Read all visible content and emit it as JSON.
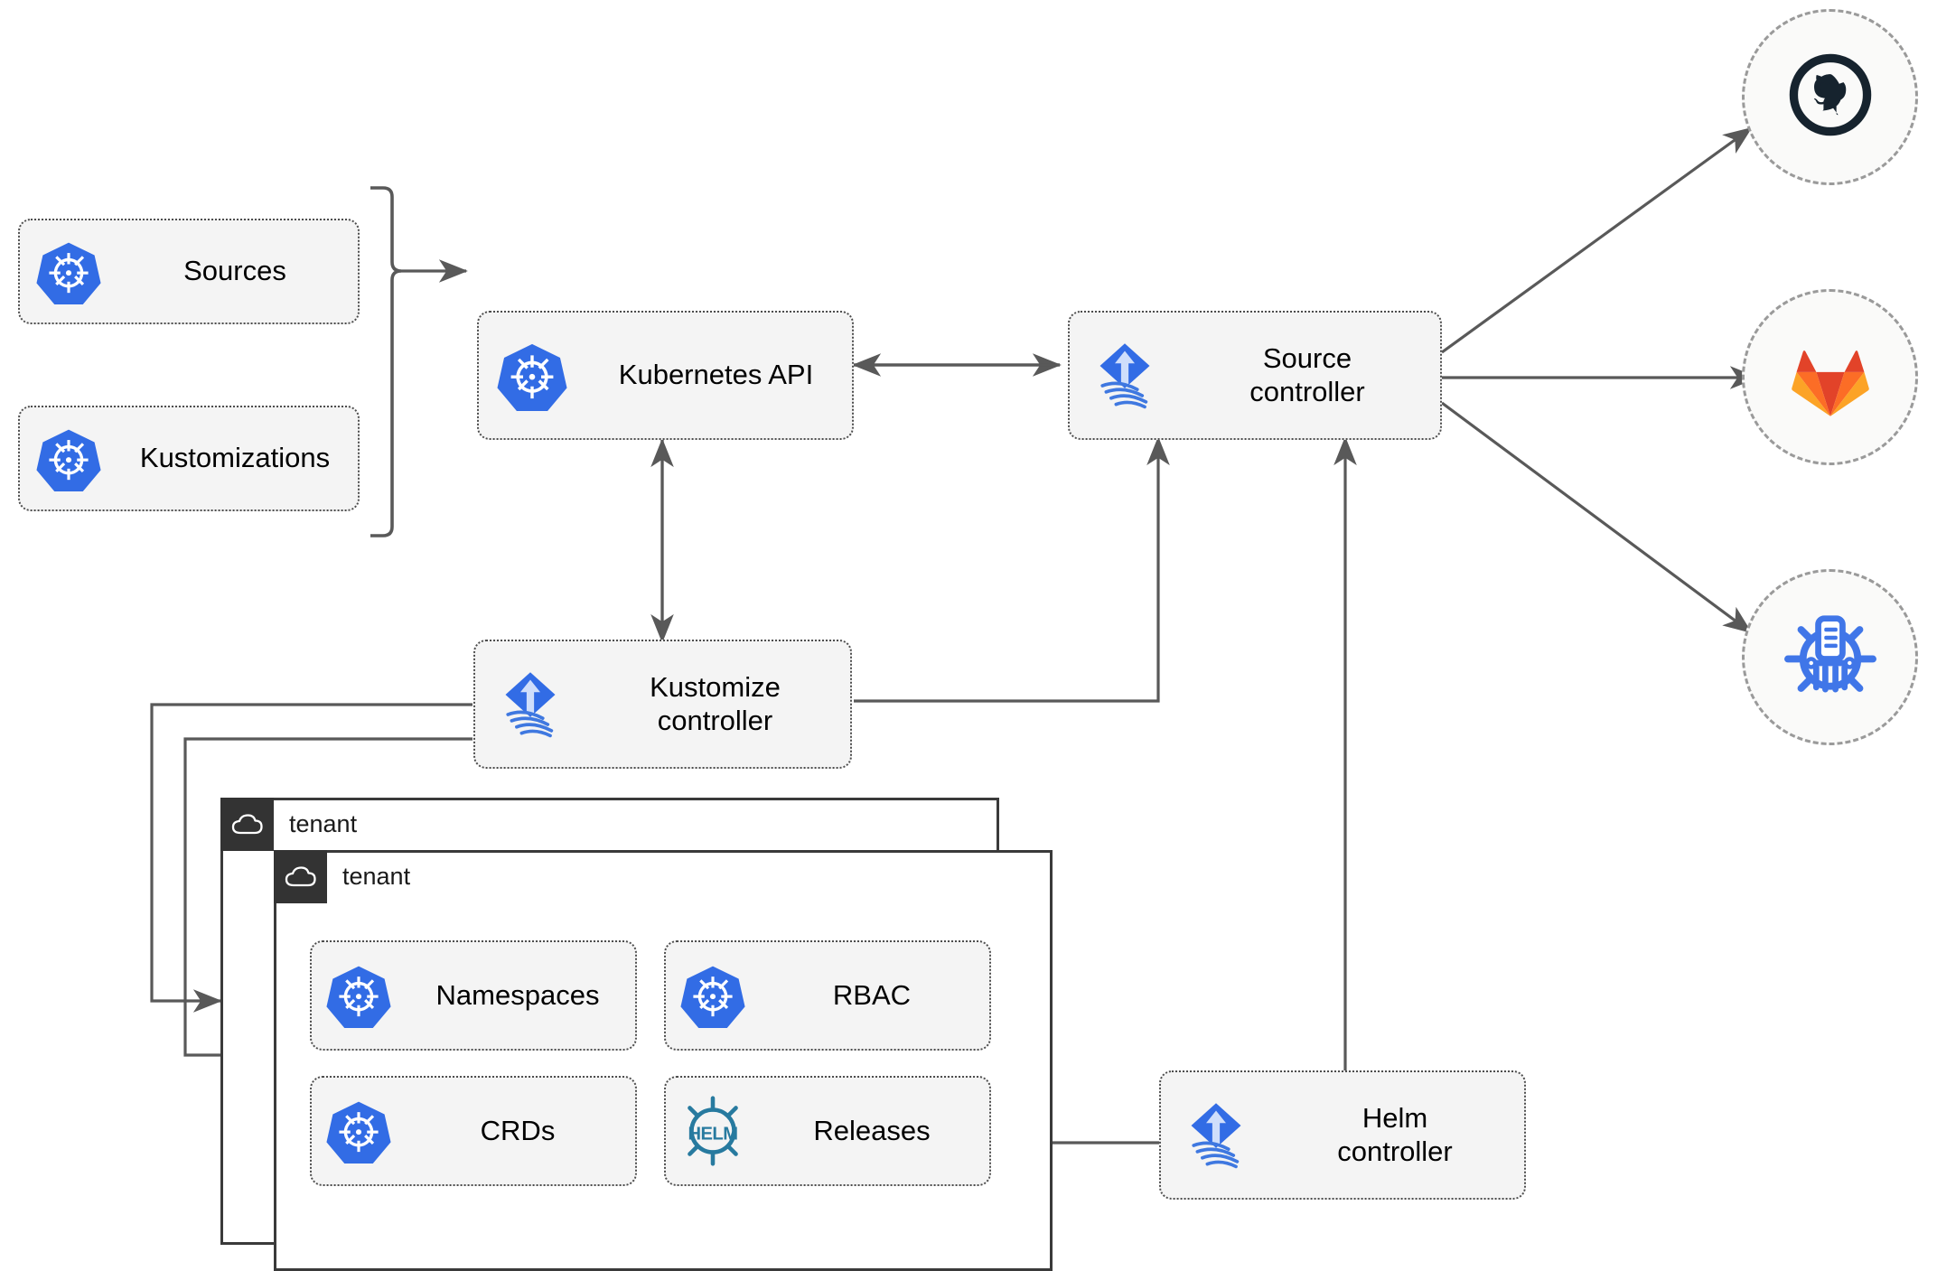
{
  "diagram": {
    "title": "Flux GitOps multi-tenancy architecture",
    "colors": {
      "node_fill": "#f4f4f4",
      "node_border": "#4d4d4d",
      "edge": "#595959",
      "kubernetes_blue": "#326ce5",
      "flux_blue": "#326ce5",
      "helm_teal": "#277a9f",
      "github_dark": "#16232e",
      "gitlab_orange": "#e24329",
      "gitlab_amber": "#fca326",
      "tenant_header": "#333333",
      "circle_border": "#9a9a9a"
    }
  },
  "nodes": [
    {
      "id": "sources",
      "label": "Sources",
      "icon": "kubernetes-icon"
    },
    {
      "id": "kustomizations",
      "label": "Kustomizations",
      "icon": "kubernetes-icon"
    },
    {
      "id": "kubernetes-api",
      "label": "Kubernetes API",
      "icon": "kubernetes-icon"
    },
    {
      "id": "source-controller",
      "label": "Source\ncontroller",
      "icon": "flux-icon"
    },
    {
      "id": "kustomize-controller",
      "label": "Kustomize\ncontroller",
      "icon": "flux-icon"
    },
    {
      "id": "helm-controller",
      "label": "Helm\ncontroller",
      "icon": "flux-icon"
    },
    {
      "id": "namespaces",
      "label": "Namespaces",
      "icon": "kubernetes-icon"
    },
    {
      "id": "rbac",
      "label": "RBAC",
      "icon": "kubernetes-icon"
    },
    {
      "id": "crds",
      "label": "CRDs",
      "icon": "kubernetes-icon"
    },
    {
      "id": "releases",
      "label": "Releases",
      "icon": "helm-icon"
    }
  ],
  "tenants": [
    {
      "id": "tenant-back",
      "label": "tenant",
      "icon": "cloud-icon"
    },
    {
      "id": "tenant-front",
      "label": "tenant",
      "icon": "cloud-icon"
    }
  ],
  "providers": [
    {
      "id": "github",
      "icon": "github-icon"
    },
    {
      "id": "gitlab",
      "icon": "gitlab-icon"
    },
    {
      "id": "helm-repository",
      "icon": "helm-repository-icon"
    }
  ]
}
